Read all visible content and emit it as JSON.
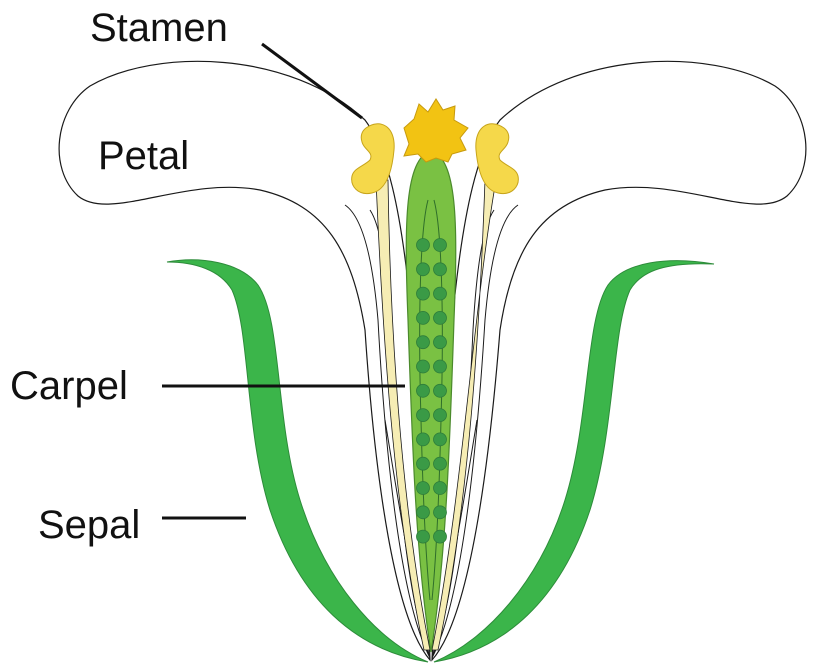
{
  "labels": {
    "stamen": "Stamen",
    "petal": "Petal",
    "carpel": "Carpel",
    "sepal": "Sepal"
  },
  "colors": {
    "sepal_green": "#3bb54a",
    "carpel_green": "#7ac143",
    "ovule_green": "#3a9a46",
    "anther_yellow": "#f5d84a",
    "stigma_yellow": "#f2c313",
    "filament_cream": "#f6edb4",
    "outline": "#1a1a1a",
    "petal_fill": "#ffffff"
  },
  "ovules": {
    "count_per_column": 13,
    "columns": 2
  }
}
